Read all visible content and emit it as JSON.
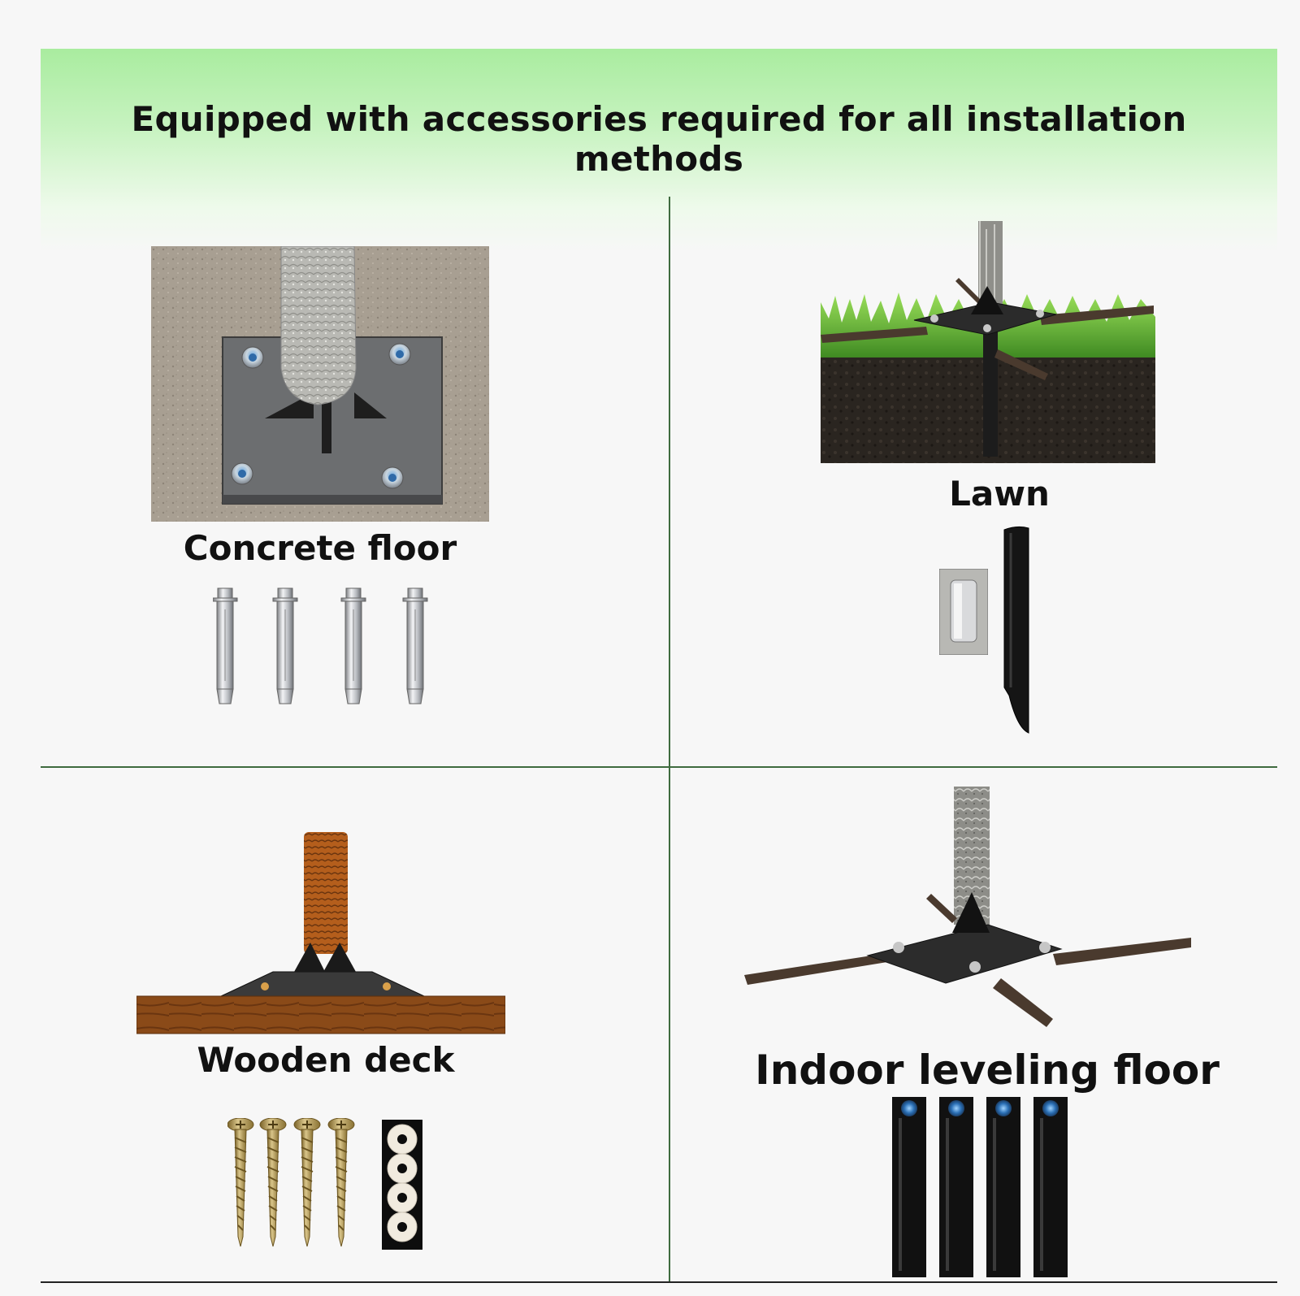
{
  "header": {
    "title": "Equipped with accessories required for all installation methods"
  },
  "sections": {
    "concrete": {
      "label": "Concrete floor"
    },
    "lawn": {
      "label": "Lawn"
    },
    "deck": {
      "label": "Wooden deck"
    },
    "indoor": {
      "label": "Indoor leveling floor"
    }
  },
  "colors": {
    "header_green": "#a9ec9f",
    "divider": "#3f6b3f",
    "background": "#f7f7f7"
  }
}
